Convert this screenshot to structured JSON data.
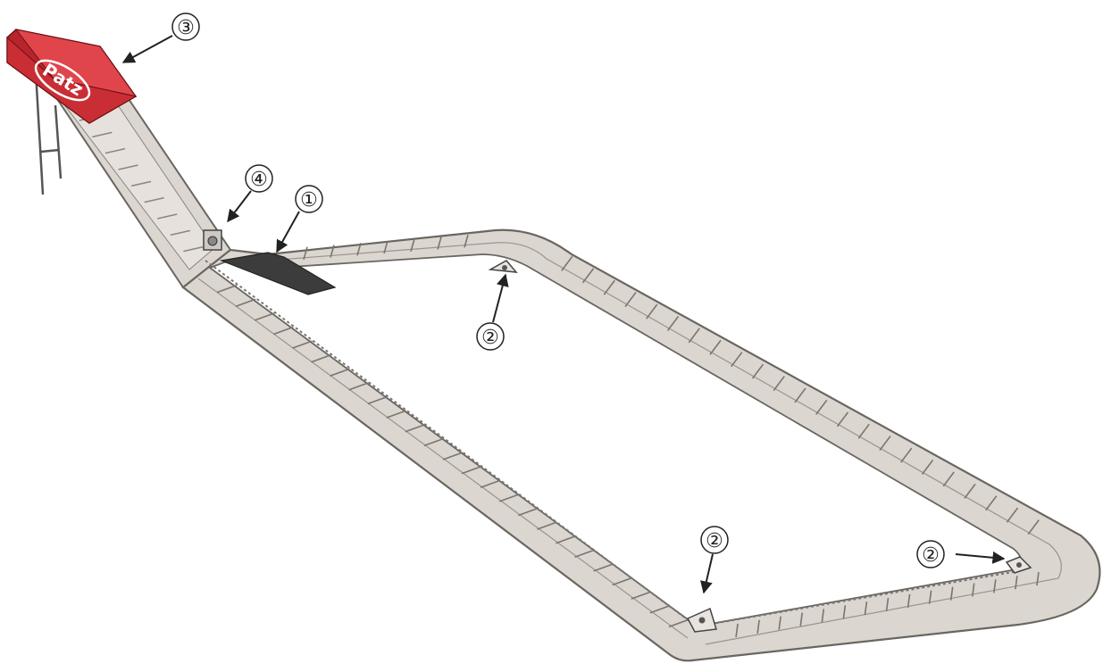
{
  "brand": {
    "logo_text": "Patz"
  },
  "callouts": [
    {
      "id": "c1",
      "label": "①",
      "target": "floor-plate"
    },
    {
      "id": "c2a",
      "label": "②",
      "target": "corner-wheel-upper"
    },
    {
      "id": "c2b",
      "label": "②",
      "target": "corner-wheel-lower-left"
    },
    {
      "id": "c2c",
      "label": "②",
      "target": "corner-wheel-lower-right"
    },
    {
      "id": "c3",
      "label": "③",
      "target": "drive-unit"
    },
    {
      "id": "c4",
      "label": "④",
      "target": "return-wheel"
    }
  ],
  "colors": {
    "drive_unit": "#d8333a",
    "gutter": "#dcd6d1",
    "gutter_edge": "#6a6660",
    "floor_plate": "#3c3c3c",
    "ink": "#222222"
  },
  "icons": {
    "arrow": "arrow-icon",
    "wheel": "corner-wheel-icon"
  }
}
